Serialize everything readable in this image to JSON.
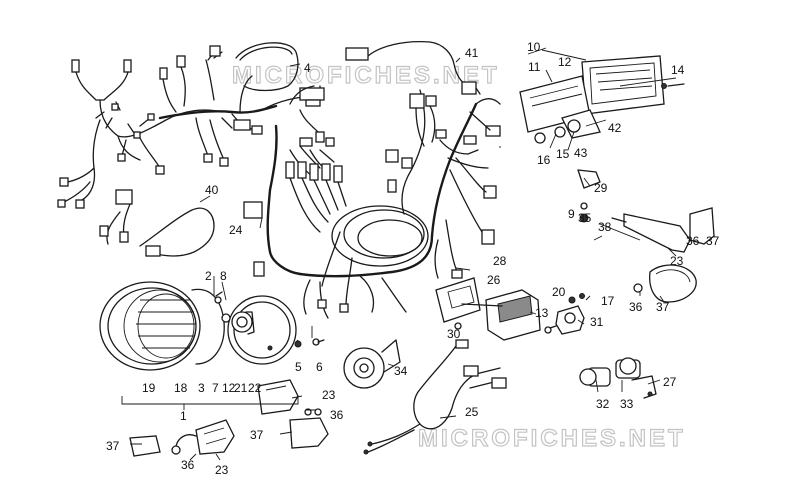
{
  "watermark": {
    "top": "MICROFICHES.NET",
    "bottom": "MICROFICHES.NET"
  },
  "labels": {
    "l1": "1",
    "l2": "2",
    "l3": "3",
    "l4": "4",
    "l5": "5",
    "l6": "6",
    "l7": "7",
    "l8": "8",
    "l9": "9",
    "l10": "10",
    "l11": "11",
    "l12": "12",
    "l12b": "12",
    "l13": "13",
    "l14": "14",
    "l15": "15",
    "l16": "16",
    "l17": "17",
    "l18": "18",
    "l19": "19",
    "l20": "20",
    "l21": "21",
    "l22": "22",
    "l23a": "23",
    "l23b": "23",
    "l23c": "23",
    "l24": "24",
    "l25": "25",
    "l26": "26",
    "l27": "27",
    "l28": "28",
    "l29": "29",
    "l30": "30",
    "l31": "31",
    "l32": "32",
    "l33": "33",
    "l34": "34",
    "l35": "35",
    "l36a": "36",
    "l36b": "36",
    "l36c": "36",
    "l36d": "36",
    "l37a": "37",
    "l37b": "37",
    "l37c": "37",
    "l37d": "37",
    "l38": "38",
    "l40": "40",
    "l41": "41",
    "l42": "42",
    "l43": "43"
  }
}
